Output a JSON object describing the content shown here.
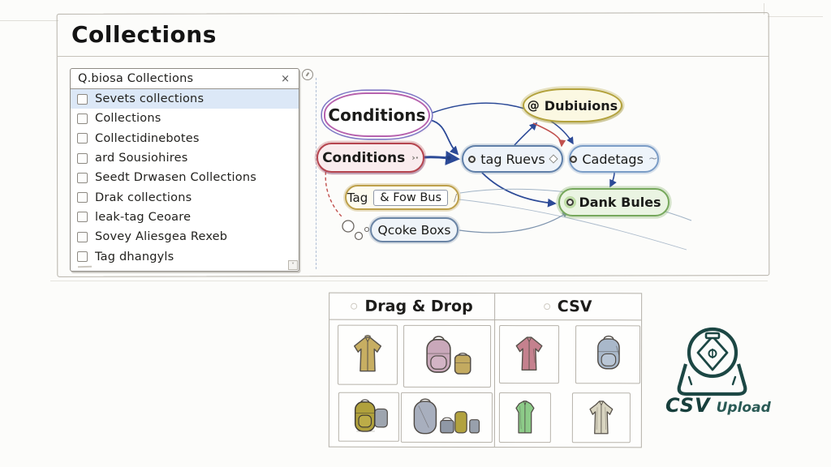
{
  "page": {
    "title": "Collections"
  },
  "panel": {
    "search": {
      "query": "Q.biosa Collections",
      "close": "×"
    },
    "items": [
      {
        "label": "Sevets collections",
        "selected": true
      },
      {
        "label": "Collections",
        "selected": false
      },
      {
        "label": "Collectidinebotes",
        "selected": false
      },
      {
        "label": "ard Sousiohires",
        "selected": false
      },
      {
        "label": "Seedt Drwasen Collections",
        "selected": false
      },
      {
        "label": "Drak collections",
        "selected": false
      },
      {
        "label": "leak-tag Ceoare",
        "selected": false
      },
      {
        "label": "Sovey Aliesgea Rexeb",
        "selected": false
      },
      {
        "label": "Tag dhangyls",
        "selected": false
      }
    ],
    "scroll_hint": "˅"
  },
  "flowchart": {
    "nodes": {
      "conditions_top": "Conditions",
      "conditions_bottom": "Conditions",
      "tag_rules": "tag Ruevs",
      "divisions": "Dubiuions",
      "categories": "Cadetags",
      "rank_rules": "Dank Bules",
      "tag_label": "Tag",
      "flow_box": "& Fow Bus",
      "code_box": "Qcoke Boxs"
    },
    "icons": {
      "at": "@",
      "tilde": "~",
      "slash": "/",
      "marks": "›·"
    }
  },
  "bottom": {
    "columns": [
      {
        "header": "Drag & Drop"
      },
      {
        "header": "CSV"
      }
    ],
    "products": [
      "tan-jacket",
      "pink-backpack-with-tan-bag",
      "pink-jacket",
      "blue-backpack",
      "olive-backpack-with-gray-bag",
      "gray-backpack-with-bags",
      "green-vest",
      "beige-jacket"
    ]
  },
  "csv_upload": {
    "title": "CSV",
    "subtitle": "Upload"
  },
  "colors": {
    "accent_blue": "#2c4a97",
    "accent_red": "#c0504d",
    "node_purple": "#b763ae",
    "node_red": "#b5454f",
    "node_olive": "#b3a23c",
    "node_blue": "#7a9cc6",
    "node_green": "#76a85c",
    "node_gold": "#bda04b",
    "highlight_row": "#dce8f7",
    "csv_teal": "#1c4744"
  }
}
